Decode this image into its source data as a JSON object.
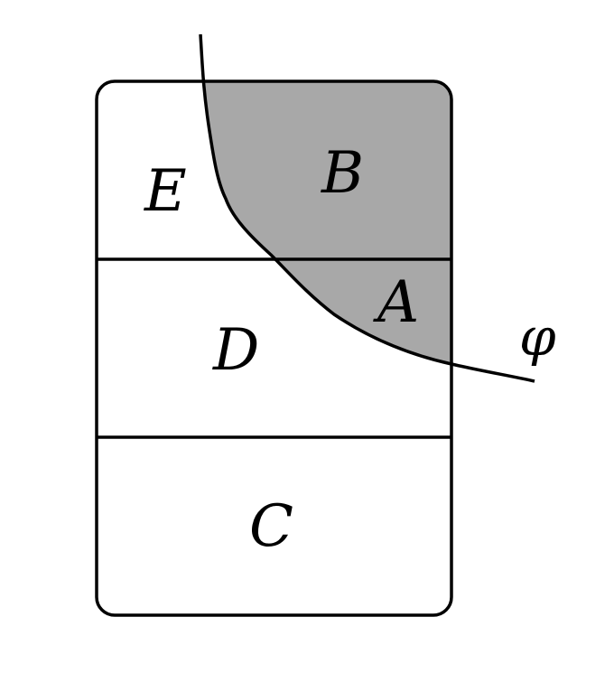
{
  "labels": {
    "E": "E",
    "B": "B",
    "A": "A",
    "D": "D",
    "C": "C",
    "phi": "φ"
  },
  "colors": {
    "stroke": "#000000",
    "shaded": "#a8a8a8",
    "background": "#ffffff"
  }
}
